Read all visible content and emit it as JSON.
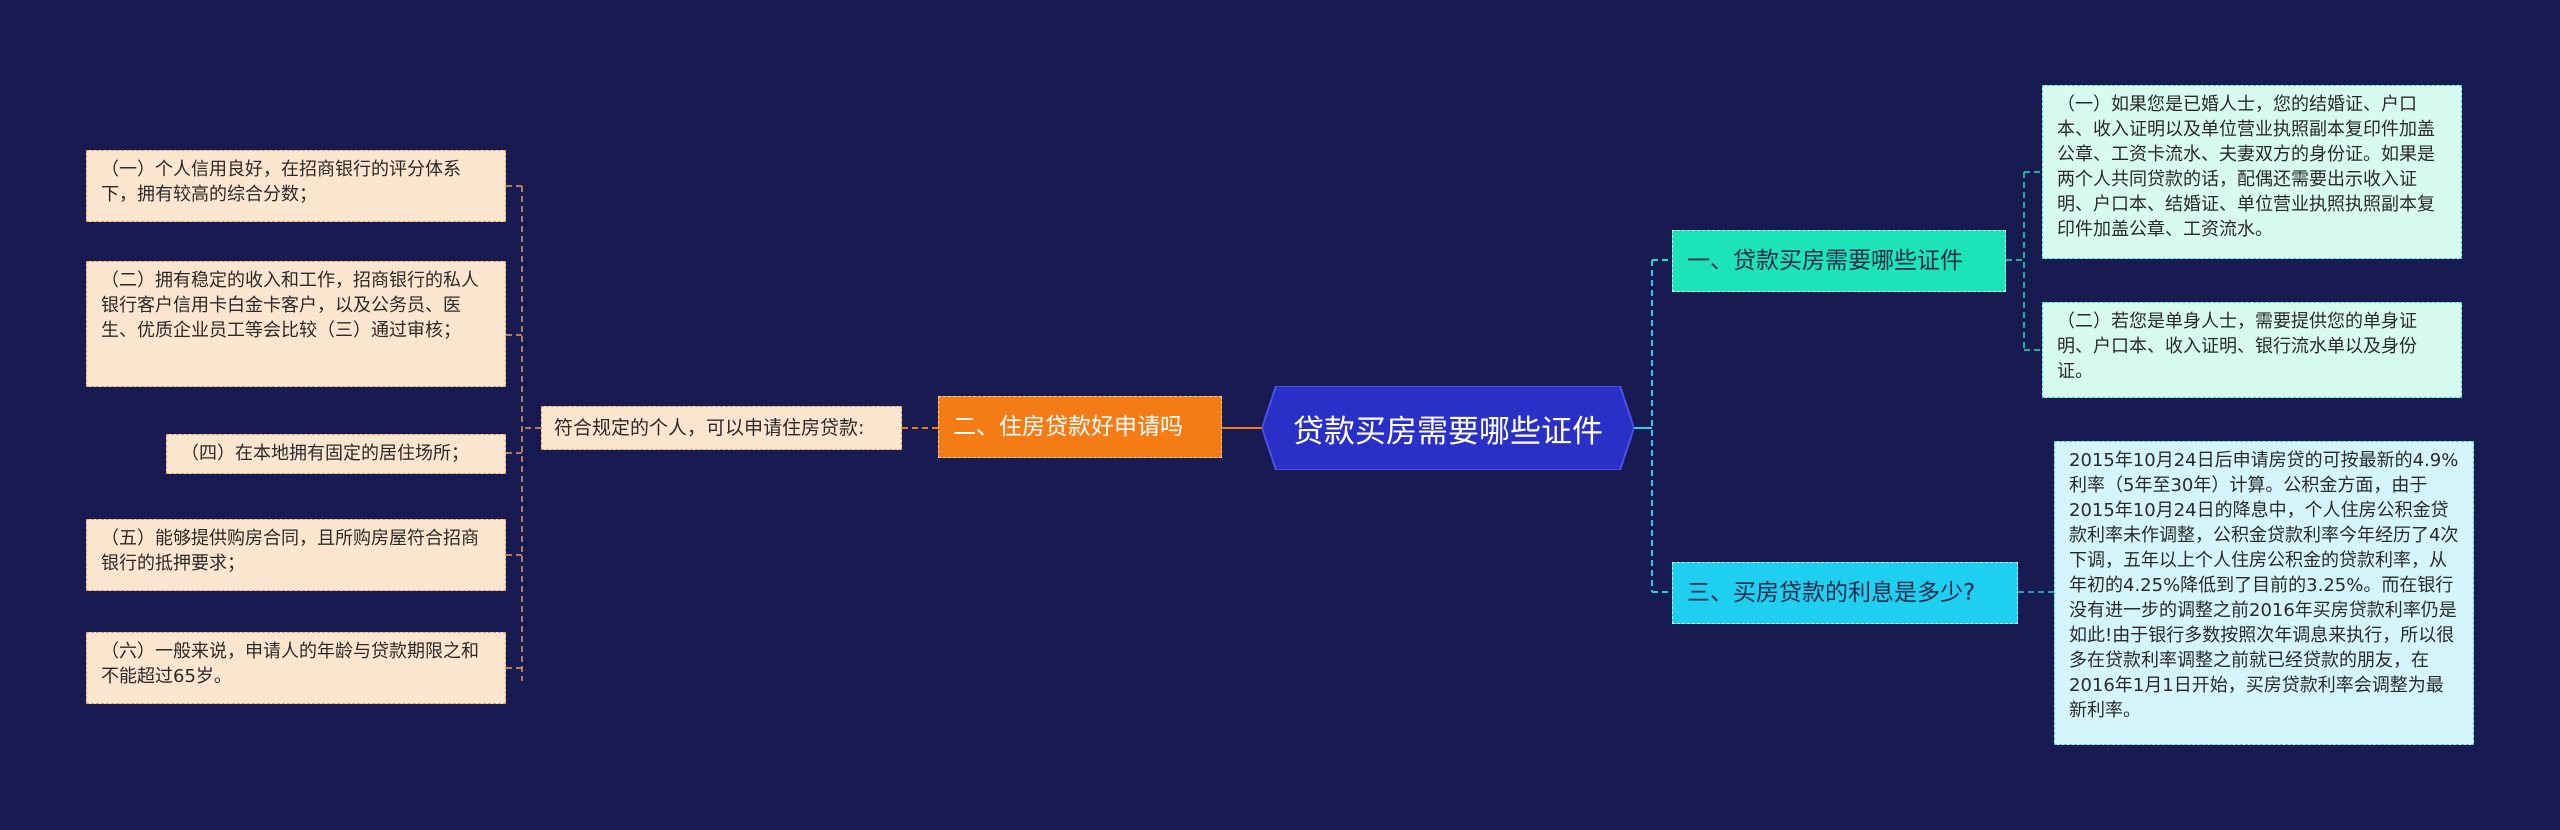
{
  "center": {
    "label": "贷款买房需要哪些证件"
  },
  "branches": {
    "apply": {
      "label": "二、住房贷款好申请吗",
      "sub": "符合规定的个人，可以申请住房贷款:"
    },
    "documents": {
      "label": "一、贷款买房需要哪些证件"
    },
    "interest": {
      "label": "三、买房贷款的利息是多少?"
    }
  },
  "left_items": [
    "（一）个人信用良好，在招商银行的评分体系下，拥有较高的综合分数；",
    "（二）拥有稳定的收入和工作，招商银行的私人银行客户信用卡白金卡客户，以及公务员、医生、优质企业员工等会比较（三）通过审核；",
    "（四）在本地拥有固定的居住场所；",
    "（五）能够提供购房合同，且所购房屋符合招商银行的抵押要求；",
    "（六）一般来说，申请人的年龄与贷款期限之和不能超过65岁。"
  ],
  "doc_items": [
    "（一）如果您是已婚人士，您的结婚证、户口本、收入证明以及单位营业执照副本复印件加盖公章、工资卡流水、夫妻双方的身份证。如果是两个人共同贷款的话，配偶还需要出示收入证明、户口本、结婚证、单位营业执照执照副本复印件加盖公章、工资流水。",
    "（二）若您是单身人士，需要提供您的单身证明、户口本、收入证明、银行流水单以及身份证。"
  ],
  "interest_item": "2015年10月24日后申请房贷的可按最新的4.9%利率（5年至30年）计算。公积金方面，由于2015年10月24日的降息中，个人住房公积金贷款利率未作调整，公积金贷款利率今年经历了4次下调，五年以上个人住房公积金的贷款利率，从年初的4.25%降低到了目前的3.25%。而在银行没有进一步的调整之前2016年买房贷款利率仍是如此!由于银行多数按照次年调息来执行，所以很多在贷款利率调整之前就已经贷款的朋友，在2016年1月1日开始，买房贷款利率会调整为最新利率。",
  "colors": {
    "background": "#181a52",
    "center": "#2a2fc8",
    "orange": "#f57c15",
    "teal": "#1de3b9",
    "cyan": "#1ecff0"
  }
}
